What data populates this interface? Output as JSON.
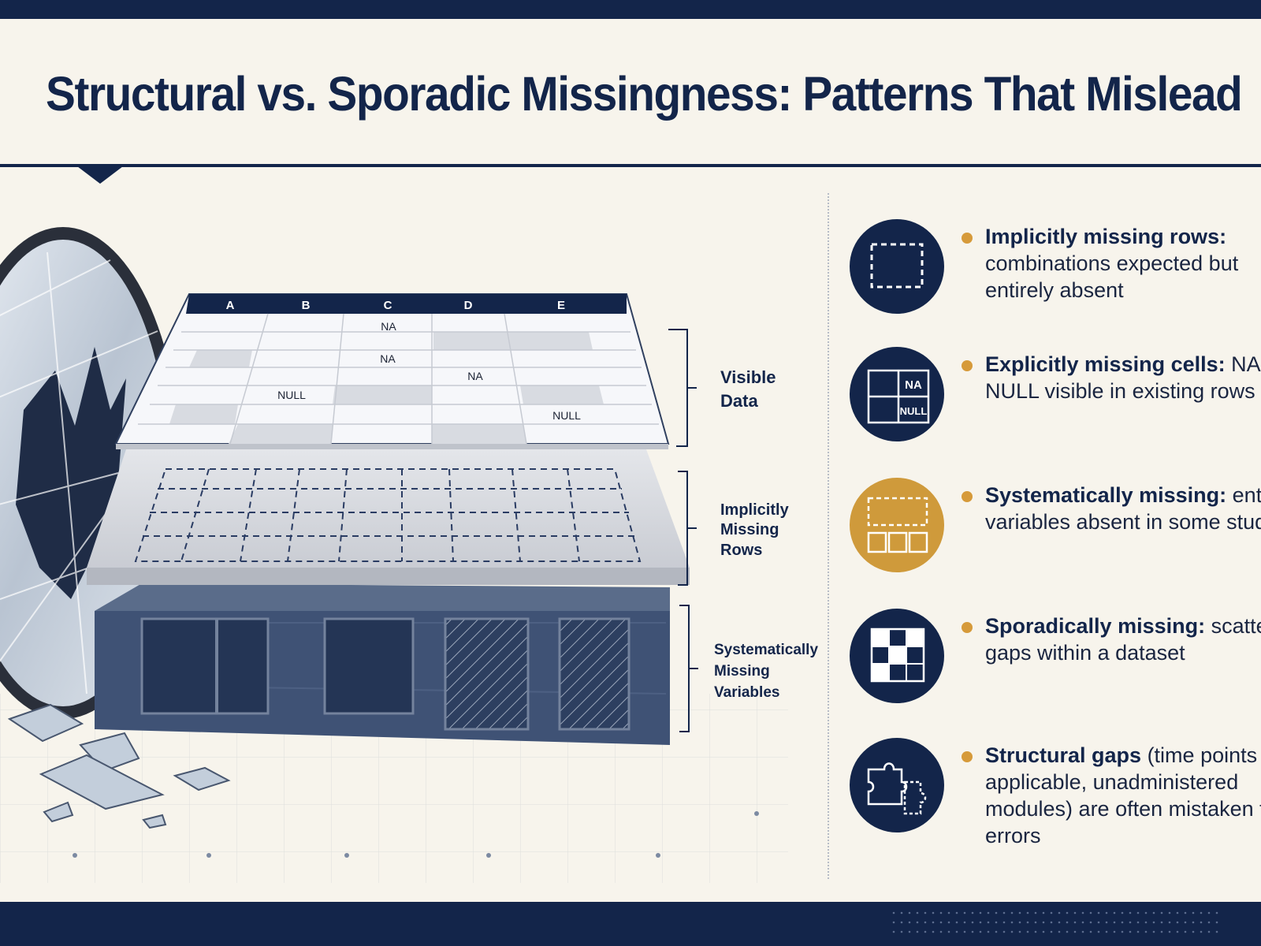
{
  "title": "Structural vs. Sporadic Missingness: Patterns That Mislead",
  "grid": {
    "columns": [
      "A",
      "B",
      "C",
      "D",
      "E"
    ],
    "cells": {
      "na_1": "NA",
      "na_2": "NA",
      "na_3": "NA",
      "null_1": "NULL",
      "null_2": "NULL"
    }
  },
  "layers": {
    "visible": [
      "Visible",
      "Data"
    ],
    "implicit": [
      "Implicitly",
      "Missing",
      "Rows"
    ],
    "systematic": [
      "Systematically",
      "Missing",
      "Variables"
    ]
  },
  "items": [
    {
      "icon": "dashed-row-icon",
      "term": "Implicitly missing rows:",
      "desc": "combinations expected but entirely absent"
    },
    {
      "icon": "na-null-cells-icon",
      "term": "Explicitly missing cells:",
      "desc": "NA, NULL visible in existing rows",
      "badge_labels": [
        "NA",
        "NULL"
      ]
    },
    {
      "icon": "missing-variable-icon",
      "term": "Systematically missing:",
      "desc": "entire variables absent in some studies"
    },
    {
      "icon": "scattered-grid-icon",
      "term": "Sporadically missing:",
      "desc": "scattered gaps within a dataset"
    },
    {
      "icon": "puzzle-piece-icon",
      "term": "Structural gaps",
      "desc": "(time points not applicable, unadministered modules) are often mistaken for errors"
    }
  ],
  "colors": {
    "navy": "#13254a",
    "gold": "#cf9a3b",
    "background": "#f7f4ec"
  }
}
